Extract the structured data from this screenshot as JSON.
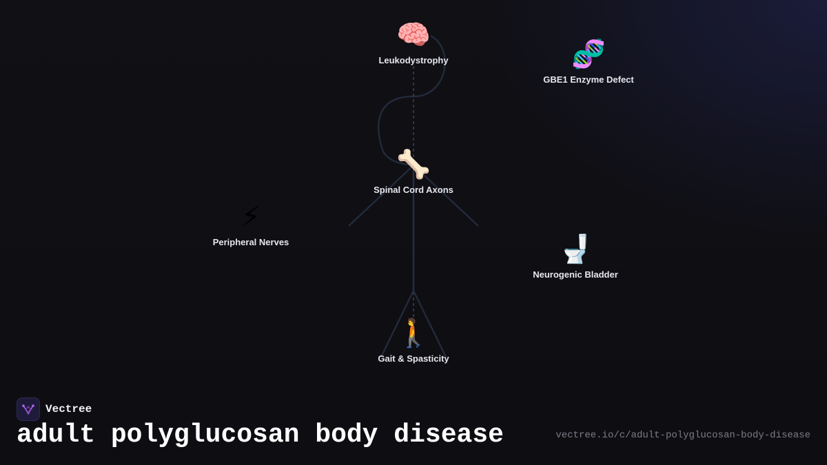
{
  "brand": {
    "name": "Vectree"
  },
  "title": "adult polyglucosan body disease",
  "url": "vectree.io/c/adult-polyglucosan-body-disease",
  "colors": {
    "background": "#0f0f14",
    "figure_lines": "#2a3447",
    "label_text": "#e6e6ee",
    "logo_accent": "#a05ad8"
  },
  "nodes": [
    {
      "id": "leukodystrophy",
      "label": "Leukodystrophy",
      "emoji": "🧠",
      "icon": "brain-icon"
    },
    {
      "id": "gbe1",
      "label": "GBE1 Enzyme Defect",
      "emoji": "🧬",
      "icon": "dna-icon"
    },
    {
      "id": "spinal",
      "label": "Spinal Cord Axons",
      "emoji": "🦴",
      "icon": "bone-icon"
    },
    {
      "id": "peripheral",
      "label": "Peripheral Nerves",
      "emoji": "⚡",
      "icon": "lightning-icon"
    },
    {
      "id": "bladder",
      "label": "Neurogenic Bladder",
      "emoji": "🚽",
      "icon": "toilet-icon"
    },
    {
      "id": "gait",
      "label": "Gait & Spasticity",
      "emoji": "🚶",
      "icon": "walking-person-icon"
    }
  ]
}
